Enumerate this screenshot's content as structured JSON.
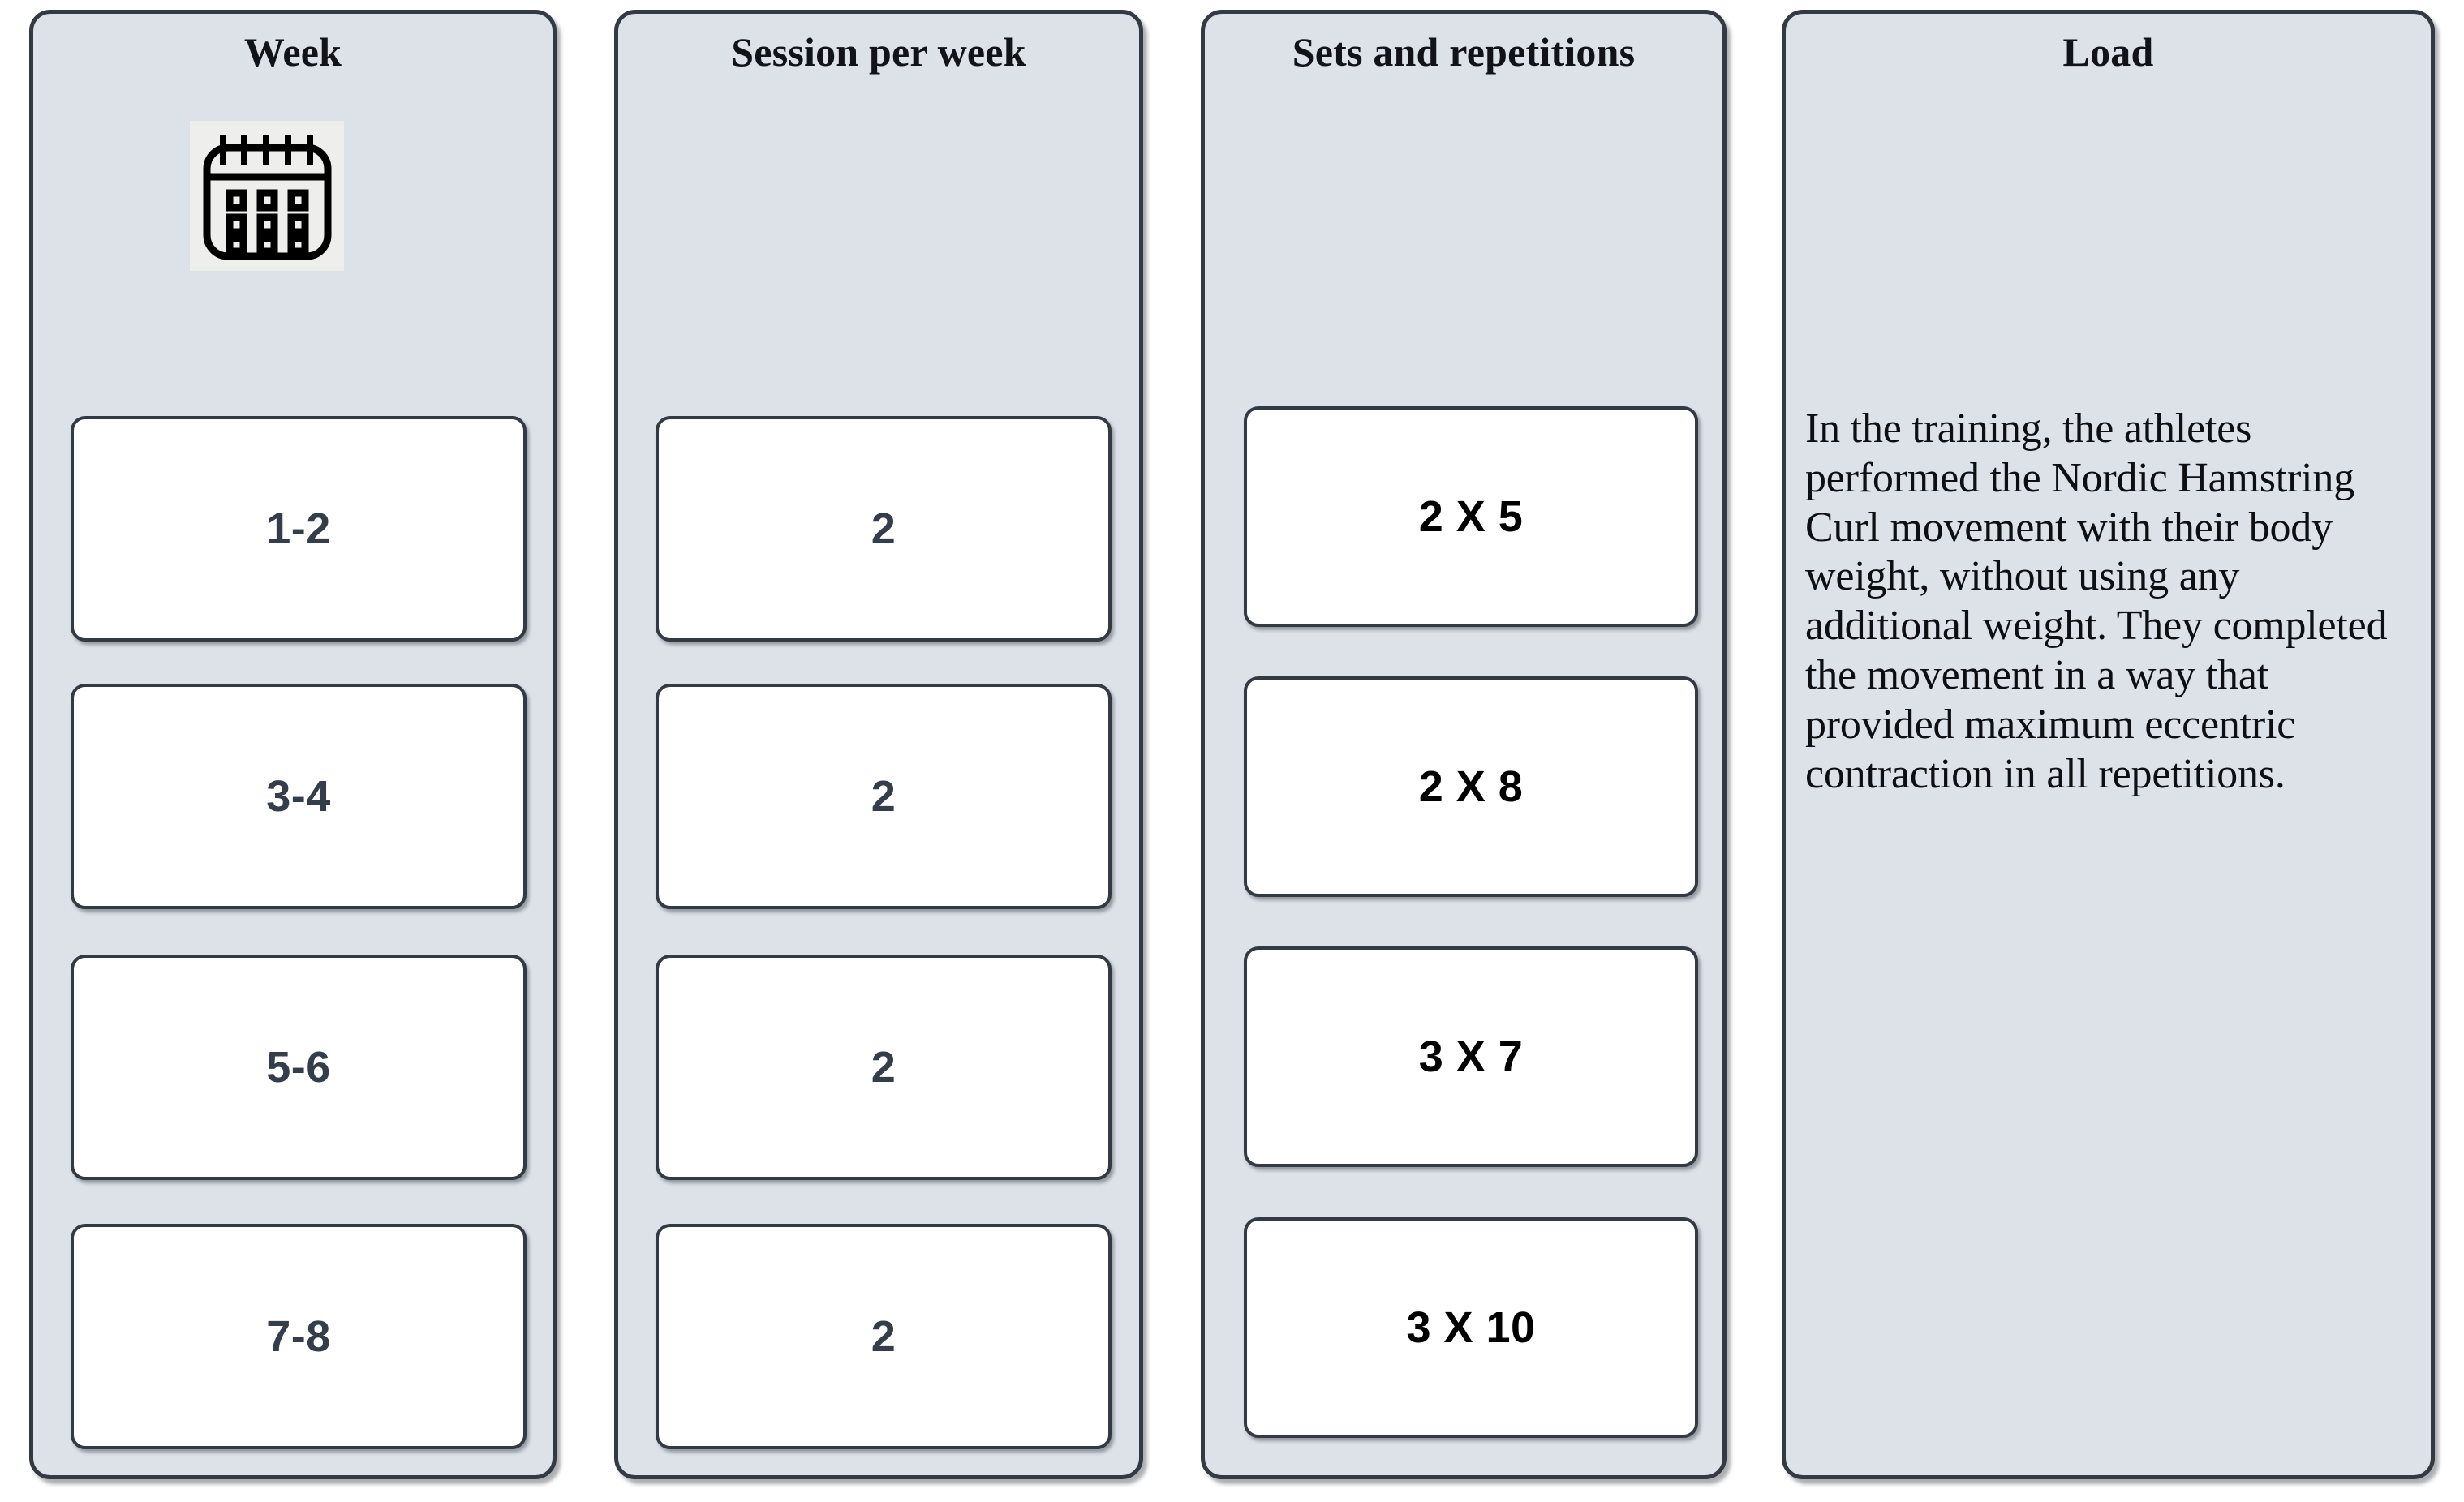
{
  "columns": [
    {
      "id": "week",
      "header": "Week",
      "icon": "calendar-outline-icon",
      "values": [
        "1-2",
        "3-4",
        "5-6",
        "7-8"
      ]
    },
    {
      "id": "session",
      "header": "Session per week",
      "icon": "calendar-check-icon",
      "values": [
        "2",
        "2",
        "2",
        "2"
      ]
    },
    {
      "id": "sets",
      "header": "Sets and repetitions",
      "icon": "hourglass-icon",
      "values": [
        "2 X 5",
        "2 X 8",
        "3 X 7",
        "3 X 10"
      ]
    },
    {
      "id": "load",
      "header": "Load",
      "body": "In the training, the athletes performed the Nordic Hamstring Curl movement with their body weight, without using any additional weight. They completed the movement in a way that provided maximum eccentric contraction in all repetitions."
    }
  ],
  "colors": {
    "panel_fill": "#dde2e8",
    "panel_border": "#343a44",
    "cell_fill": "#ffffff",
    "cell_border": "#343a44",
    "value_slate": "#343d4a",
    "value_ink": "#000000",
    "icon_tile": "#eeeeec",
    "page_background": "#ffffff"
  }
}
